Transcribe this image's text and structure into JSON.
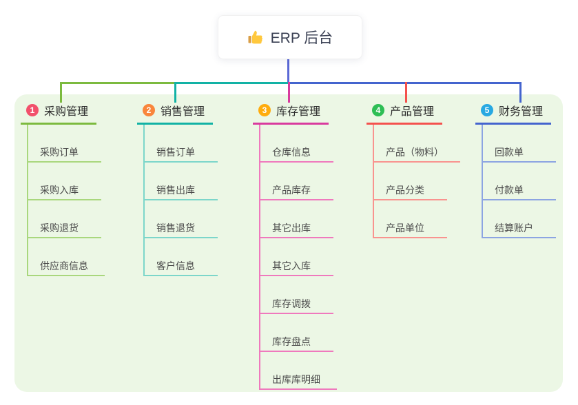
{
  "root": {
    "title": "ERP 后台",
    "icon": "thumbs-up-icon"
  },
  "colors": {
    "canvas_bg": "#FFFFFF",
    "panel_bg": "#ECF7E5",
    "root_connector": "#5A68D6"
  },
  "branches": [
    {
      "number": "1",
      "label": "采购管理",
      "badge_color": "#F2506B",
      "line_color": "#7CBA3F",
      "child_line_color": "#A9D77D",
      "children": [
        "采购订单",
        "采购入库",
        "采购退货",
        "供应商信息"
      ]
    },
    {
      "number": "2",
      "label": "销售管理",
      "badge_color": "#F9863C",
      "line_color": "#12B2A5",
      "child_line_color": "#7CD6CA",
      "children": [
        "销售订单",
        "销售出库",
        "销售退货",
        "客户信息"
      ]
    },
    {
      "number": "3",
      "label": "库存管理",
      "badge_color": "#FFAC0D",
      "line_color": "#D93A9E",
      "child_line_color": "#EF79BD",
      "children": [
        "仓库信息",
        "产品库存",
        "其它出库",
        "其它入库",
        "库存调拨",
        "库存盘点",
        "出库库明细"
      ]
    },
    {
      "number": "4",
      "label": "产品管理",
      "badge_color": "#2EBE55",
      "line_color": "#F4514D",
      "child_line_color": "#F9938F",
      "children": [
        "产品（物料）",
        "产品分类",
        "产品单位"
      ]
    },
    {
      "number": "5",
      "label": "财务管理",
      "badge_color": "#28A9E2",
      "line_color": "#4464CE",
      "child_line_color": "#8CA4E2",
      "children": [
        "回款单",
        "付款单",
        "结算账户"
      ]
    }
  ]
}
